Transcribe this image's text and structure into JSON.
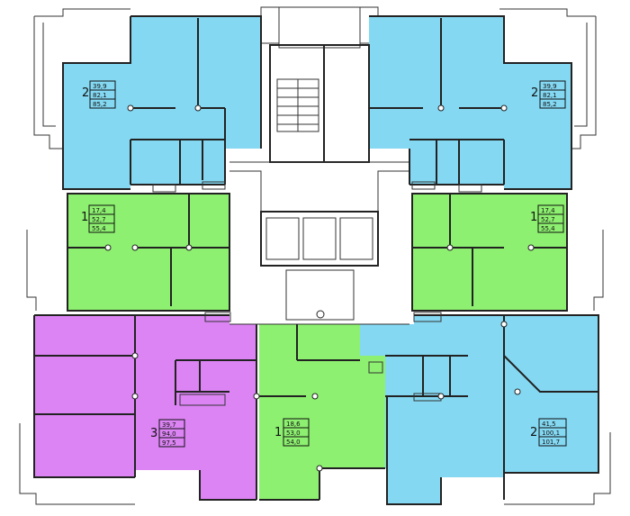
{
  "colors": {
    "blue": "#84d8f2",
    "green": "#8df070",
    "purple": "#dc84f4",
    "wall": "#222222",
    "background": "#ffffff"
  },
  "apartments": [
    {
      "id": "nw",
      "color": "blue",
      "rooms": "2",
      "areas": [
        "39,9",
        "82,1",
        "85,2"
      ]
    },
    {
      "id": "ne",
      "color": "blue",
      "rooms": "2",
      "areas": [
        "39,9",
        "82,1",
        "85,2"
      ]
    },
    {
      "id": "w",
      "color": "green",
      "rooms": "1",
      "areas": [
        "17,4",
        "52,7",
        "55,4"
      ]
    },
    {
      "id": "e",
      "color": "green",
      "rooms": "1",
      "areas": [
        "17,4",
        "52,7",
        "55,4"
      ]
    },
    {
      "id": "sw",
      "color": "purple",
      "rooms": "3",
      "areas": [
        "39,7",
        "94,0",
        "97,5"
      ]
    },
    {
      "id": "s",
      "color": "green",
      "rooms": "1",
      "areas": [
        "18,6",
        "53,0",
        "54,0"
      ]
    },
    {
      "id": "se",
      "color": "blue",
      "rooms": "2",
      "areas": [
        "41,5",
        "100,1",
        "101,7"
      ]
    }
  ]
}
